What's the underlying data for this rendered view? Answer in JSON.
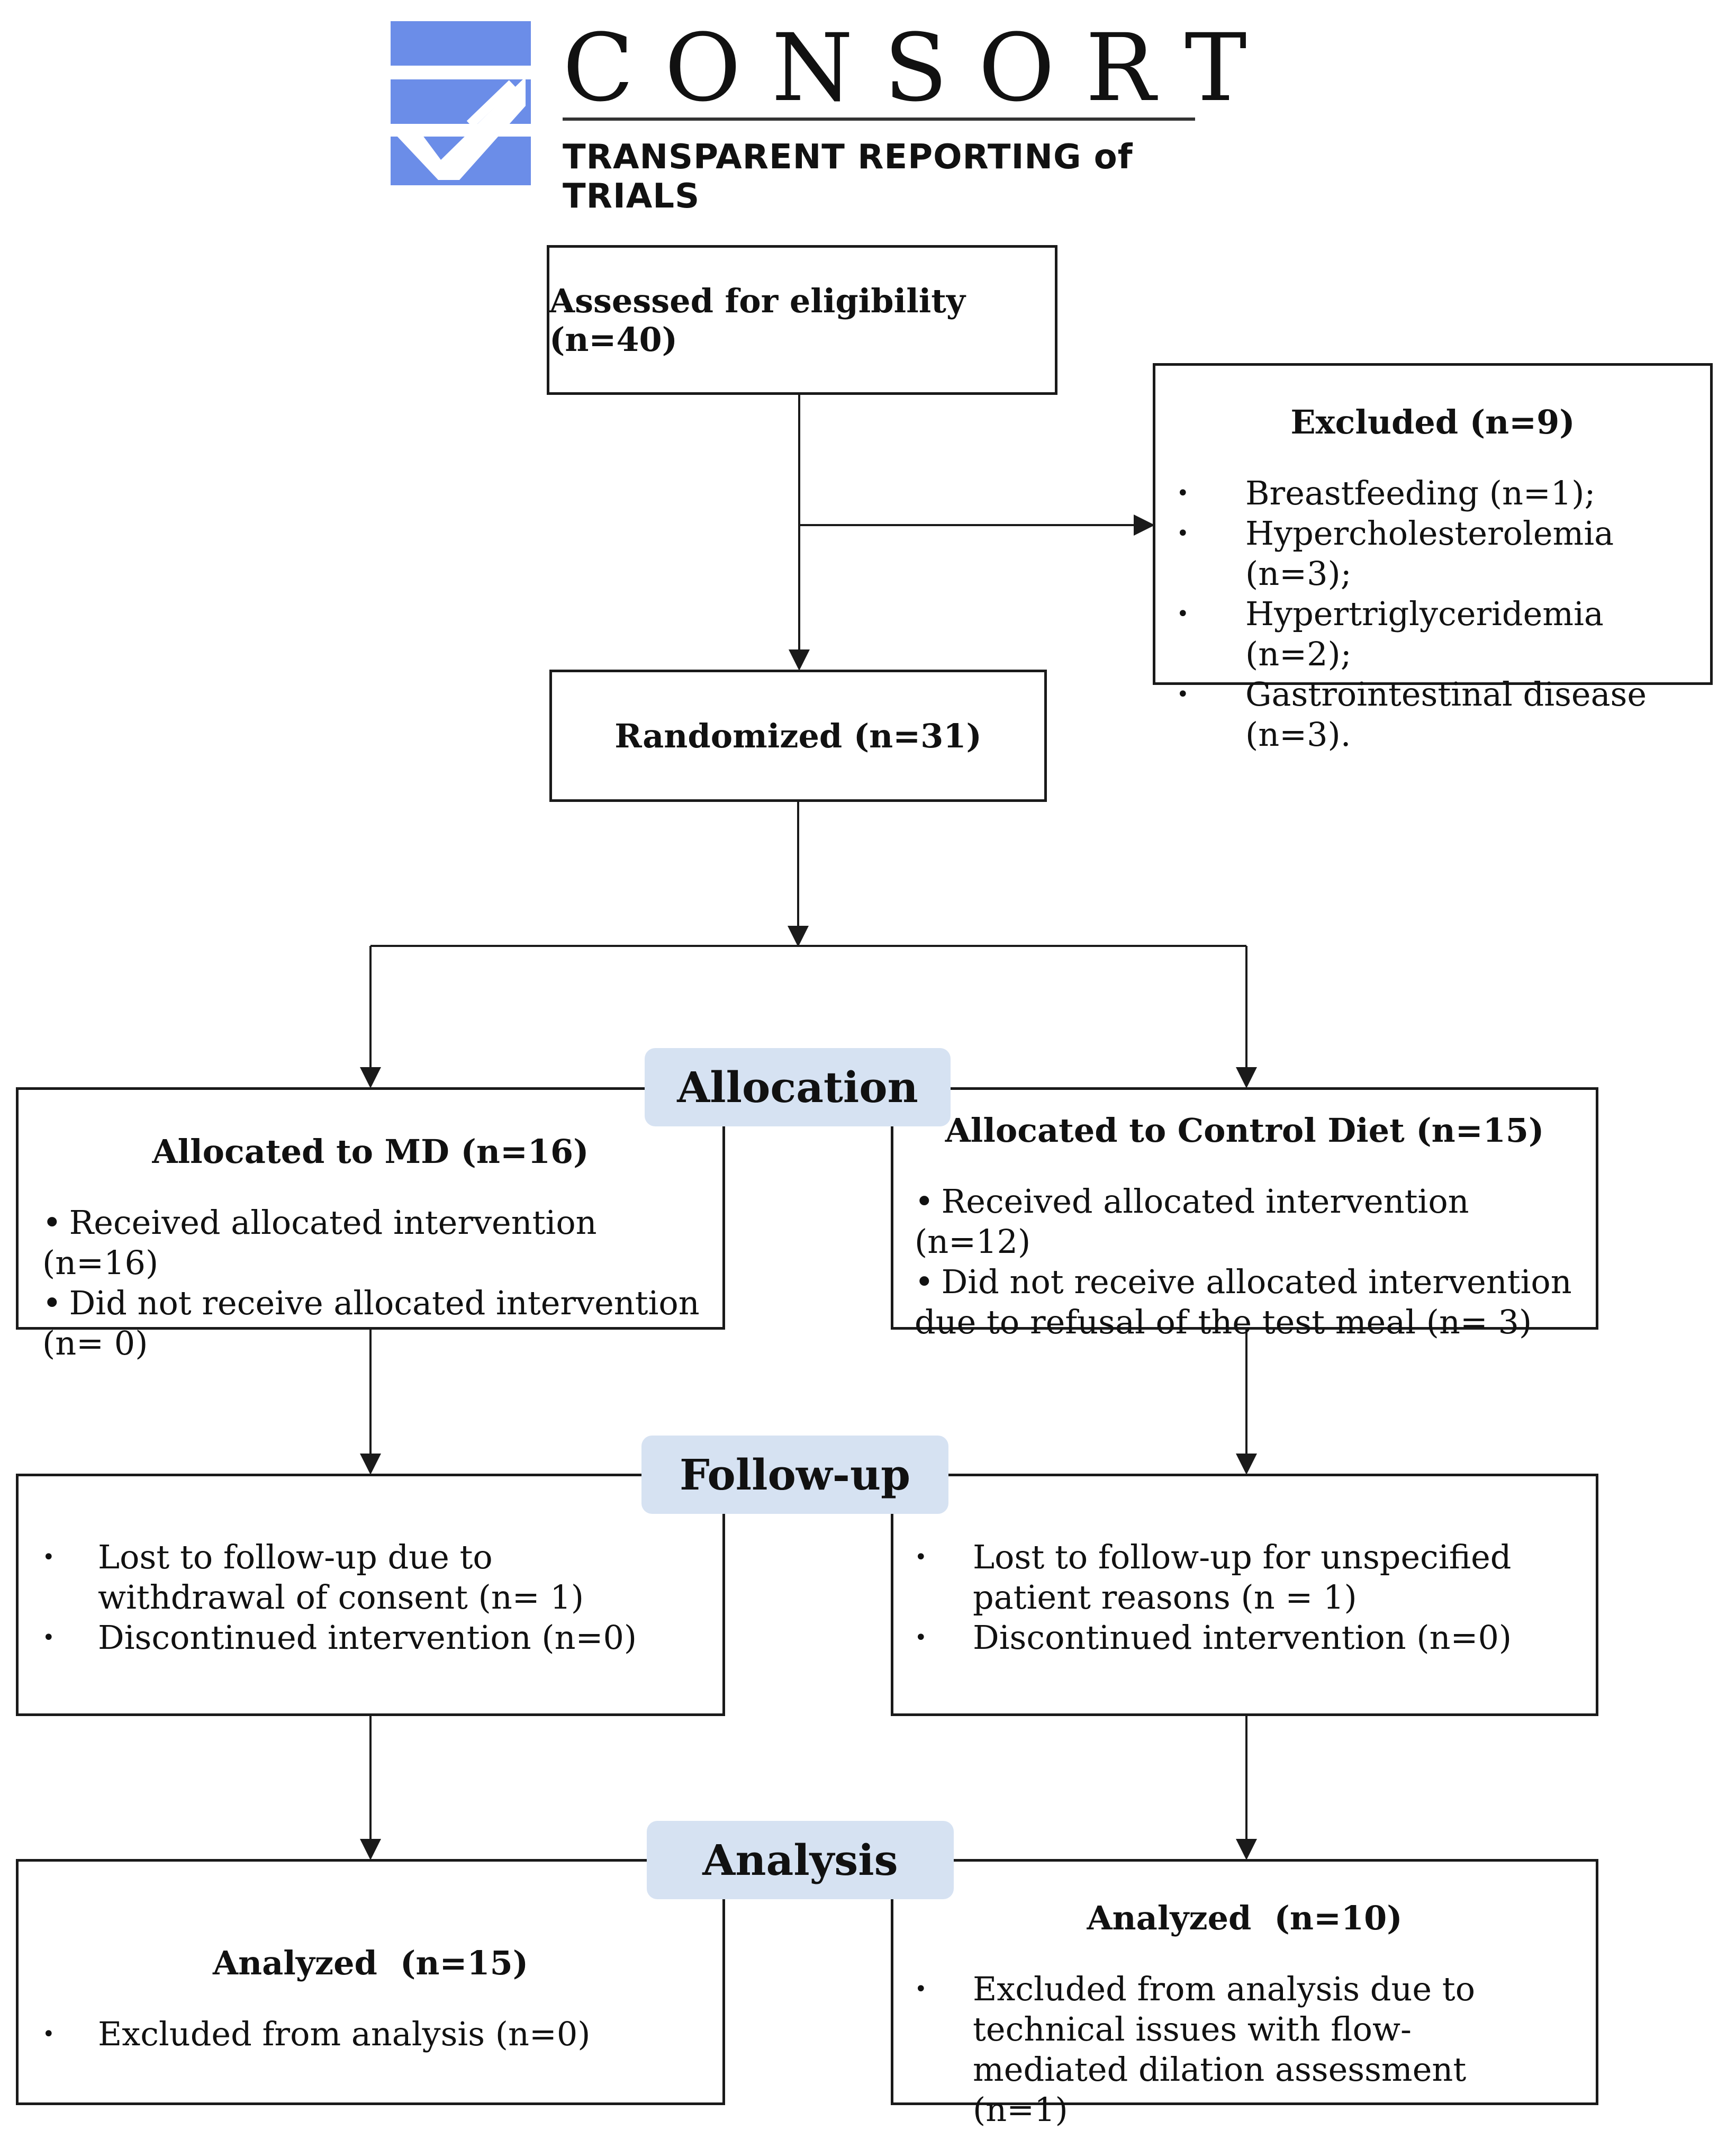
{
  "colors": {
    "logo_blue": "#6b8de8",
    "pill_bg": "#d6e2f2",
    "line": "#1a1a1a"
  },
  "logo": {
    "icon": "consort-checkmark-icon",
    "title": "CONSORT",
    "subtitle": "TRANSPARENT REPORTING of TRIALS"
  },
  "assessed": {
    "label": "Assessed for eligibility (n=40)"
  },
  "excluded": {
    "title": "Excluded (n=9)",
    "items": [
      "Breastfeeding (n=1);",
      "Hypercholesterolemia (n=3);",
      "Hypertriglyceridemia (n=2);",
      "Gastrointestinal disease (n=3)."
    ]
  },
  "randomized": {
    "label": "Randomized (n=31)"
  },
  "stages": {
    "allocation": "Allocation",
    "followup": "Follow-up",
    "analysis": "Analysis"
  },
  "allocation": {
    "left": {
      "title": "Allocated to MD (n=16)",
      "items": [
        "Received allocated intervention (n=16)",
        "Did not receive allocated intervention (n= 0)"
      ]
    },
    "right": {
      "title": "Allocated to Control Diet (n=15)",
      "items": [
        "Received allocated intervention (n=12)",
        "Did not receive allocated intervention due to refusal of the test meal (n= 3)"
      ]
    }
  },
  "followup": {
    "left": {
      "items": [
        "Lost to follow-up due to withdrawal of consent (n= 1)",
        "Discontinued intervention (n=0)"
      ]
    },
    "right": {
      "items": [
        "Lost to follow-up for unspecified patient reasons (n = 1)",
        "Discontinued intervention (n=0)"
      ]
    }
  },
  "analysis": {
    "left": {
      "title": "Analyzed  (n=15)",
      "items": [
        "Excluded from analysis (n=0)"
      ]
    },
    "right": {
      "title": "Analyzed  (n=10)",
      "items": [
        "Excluded from analysis due to technical issues with flow-mediated dilation assessment (n=1)"
      ]
    }
  }
}
